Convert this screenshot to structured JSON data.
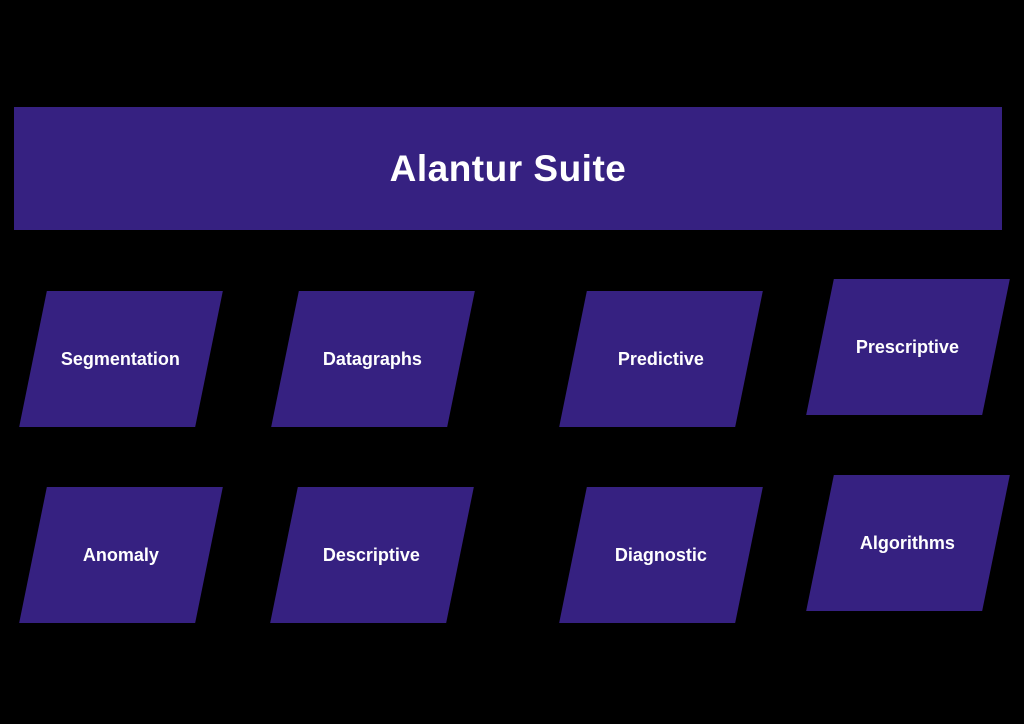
{
  "diagram": {
    "title": "Alantur Suite",
    "colors": {
      "background": "#000000",
      "shape_fill": "#362181",
      "text": "#FFFFFF"
    },
    "nodes": [
      {
        "label": "Segmentation"
      },
      {
        "label": "Datagraphs"
      },
      {
        "label": "Predictive"
      },
      {
        "label": "Prescriptive"
      },
      {
        "label": "Anomaly"
      },
      {
        "label": "Descriptive"
      },
      {
        "label": "Diagnostic"
      },
      {
        "label": "Algorithms"
      }
    ]
  }
}
